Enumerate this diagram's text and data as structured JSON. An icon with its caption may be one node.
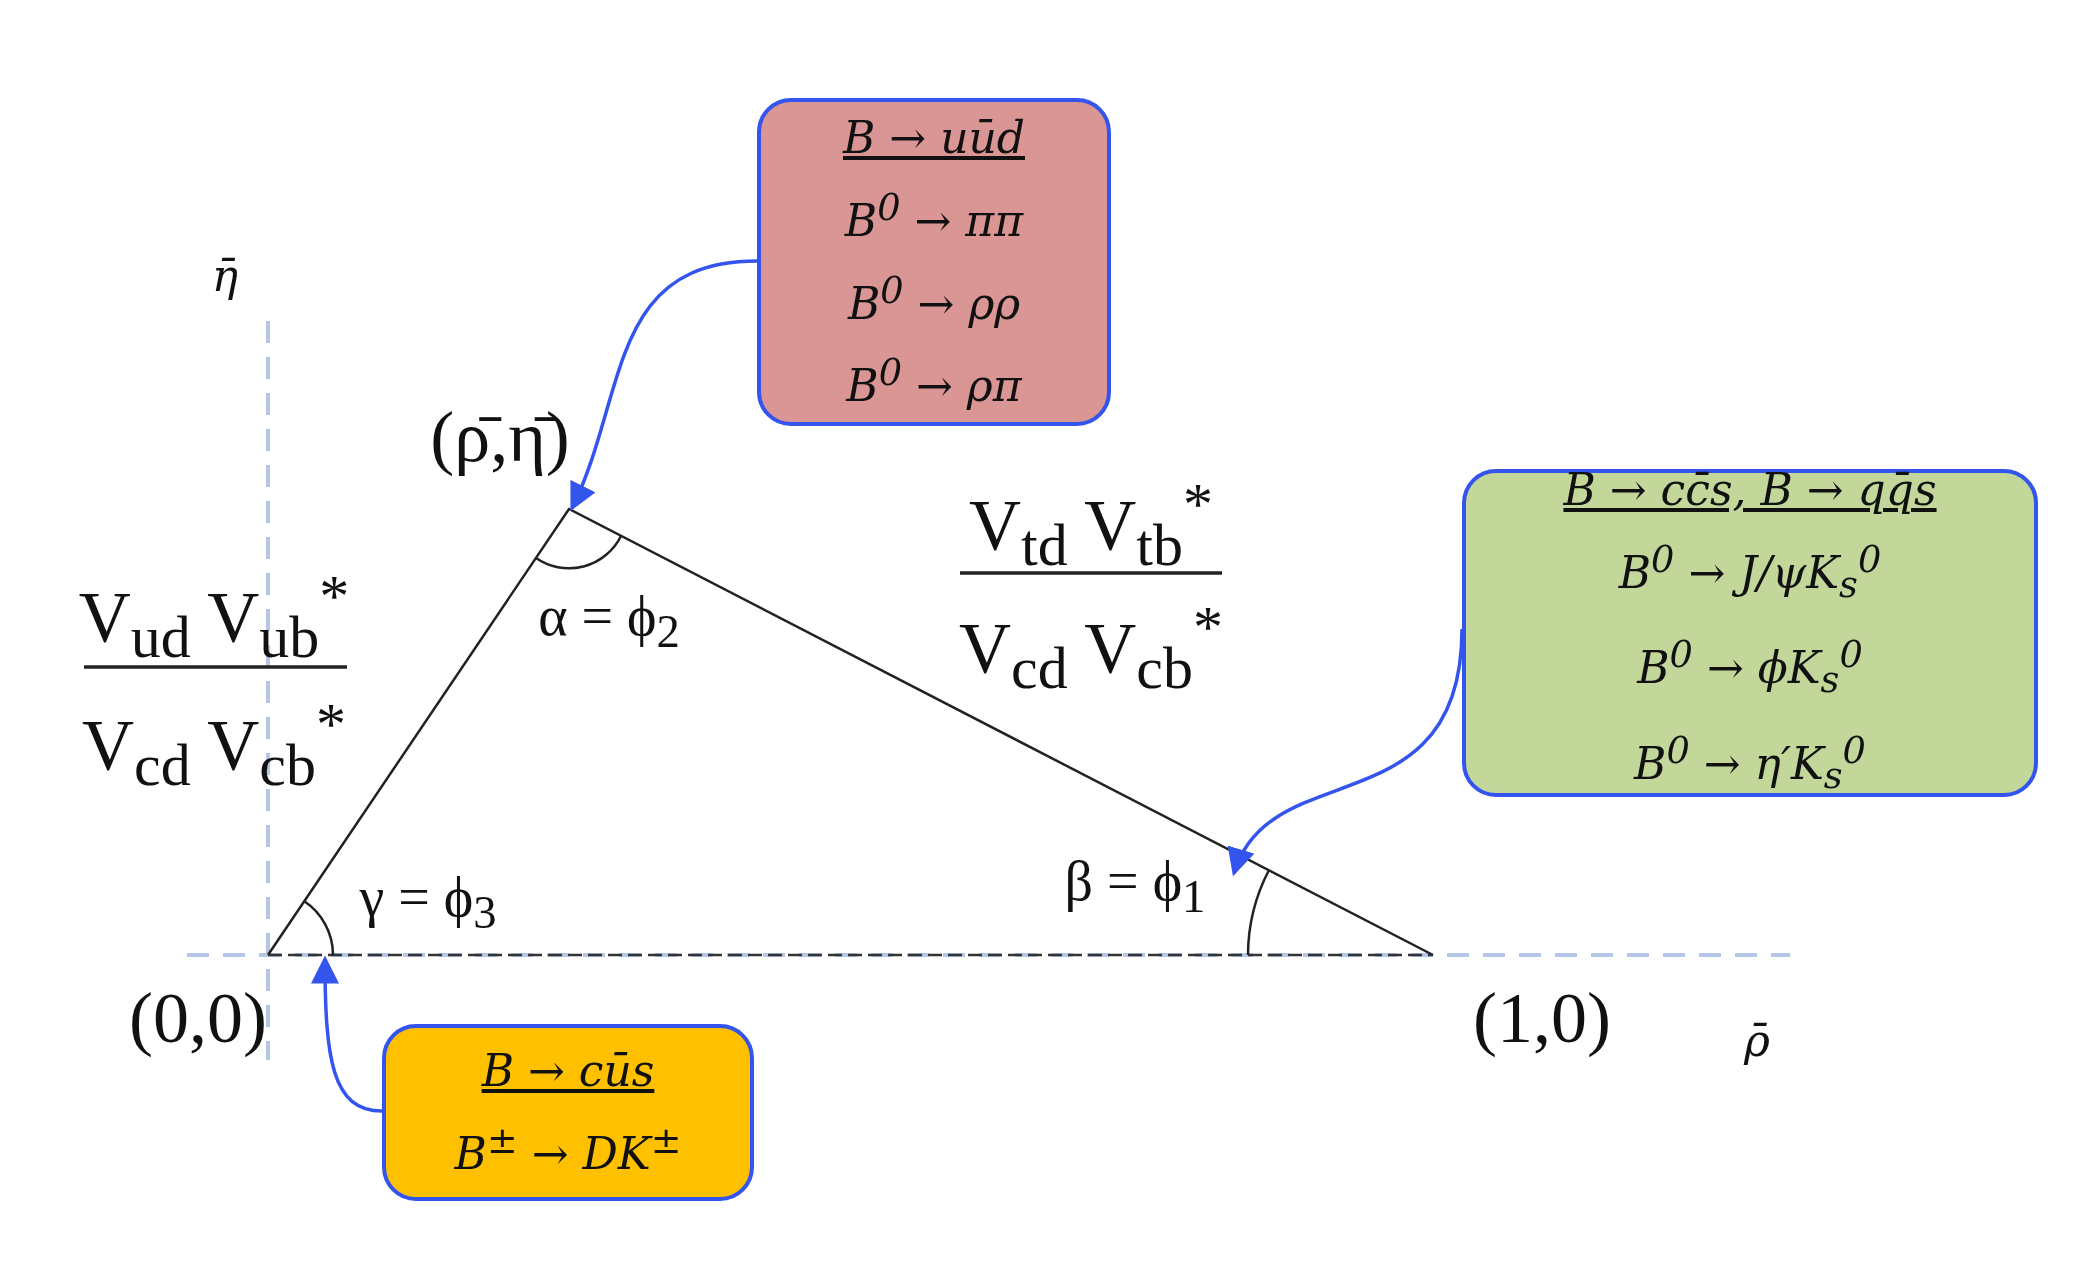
{
  "diagram": {
    "nodes": [
      {
        "text": [
          "B → uūd",
          "B$^{0}$ → ππ",
          "B$^{0}$ → ρρ",
          "B$^{0}$ → ρπ"
        ]
      },
      {
        "text": [
          "B → cc̄s, B → qq̄s",
          "B$^{0}$ → J/ψK$_{s}$$^{0}$",
          "B$^{0}$ → ϕK$_{s}$$^{0}$",
          "B$^{0}$ → η′K$_{s}$$^{0}$"
        ]
      },
      {
        "text": [
          "B → cūs",
          "B$^{±}$ → DK$^{±}$"
        ]
      },
      {
        "text": [
          "(ρ̄,η̄)"
        ]
      },
      {
        "text": [
          "β = ϕ$_{1}$"
        ]
      },
      {
        "text": [
          "γ = ϕ$_{3}$"
        ]
      }
    ],
    "edges": [
      {
        "from": 0,
        "to": 3,
        "arrow": "to"
      },
      {
        "from": 1,
        "to": 4,
        "arrow": "to"
      },
      {
        "from": 2,
        "to": 5,
        "arrow": "to"
      }
    ],
    "labels": [
      "η̄",
      "V$_{td}$  V$_{tb}$$^{*}$",
      "V$_{ud}$  V$_{ub}$$^{*}$",
      "α = ϕ$_{2}$",
      "V$_{cd}$  V$_{cb}$$^{*}$",
      "V$_{cd}$  V$_{cb}$$^{*}$",
      "(0,0)",
      "(1,0)",
      "ρ̄"
    ]
  }
}
